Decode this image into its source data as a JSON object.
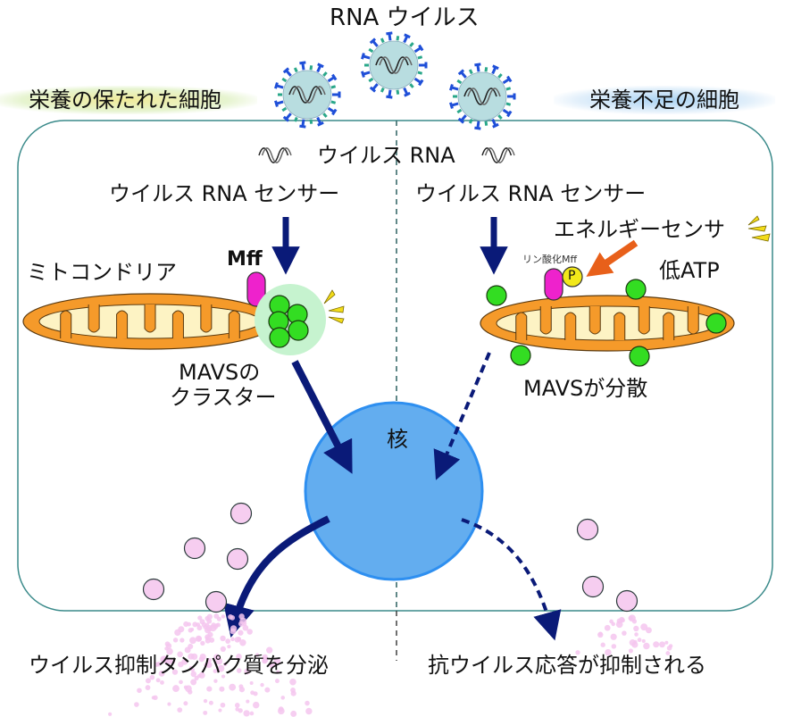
{
  "title": "RNA ウイルス",
  "cells": {
    "left_label": "栄養の保たれた細胞",
    "right_label": "栄養不足の細胞"
  },
  "viral_rna_label": "ウイルス RNA",
  "left": {
    "sensor_label": "ウイルス RNA センサー",
    "mff_label": "Mff",
    "mitochondria_label": "ミトコンドリア",
    "mavs_cluster_label_line1": "MAVSの",
    "mavs_cluster_label_line2": "クラスター",
    "outcome_label": "ウイルス抑制タンパク質を分泌"
  },
  "right": {
    "sensor_label": "ウイルス RNA センサー",
    "energy_sensor_label": "エネルギーセンサ",
    "phospho_mff_label": "リン酸化Mff",
    "phosphate_label": "P",
    "low_atp_label": "低ATP",
    "mavs_dispersed_label": "MAVSが分散",
    "outcome_label": "抗ウイルス応答が抑制される"
  },
  "nucleus_label": "核",
  "colors": {
    "cell_border": "#3a8a8a",
    "virus_body": "#b8dde0",
    "virus_spike_blue": "#1f4fd8",
    "virus_spike_green": "#2aa88a",
    "mito_outer": "#f59a2a",
    "mito_inner": "#fdf3c4",
    "mff": "#ee22cc",
    "mavs": "#33dd22",
    "mavs_halo": "#c6f3cf",
    "nucleus": "#63adef",
    "nucleus_border": "#2e8ff0",
    "arrow_dark": "#0a1a78",
    "energy_arrow": "#e8601a",
    "signal_yellow": "#f2dc1a",
    "secreted_protein": "#f6cdf0"
  }
}
